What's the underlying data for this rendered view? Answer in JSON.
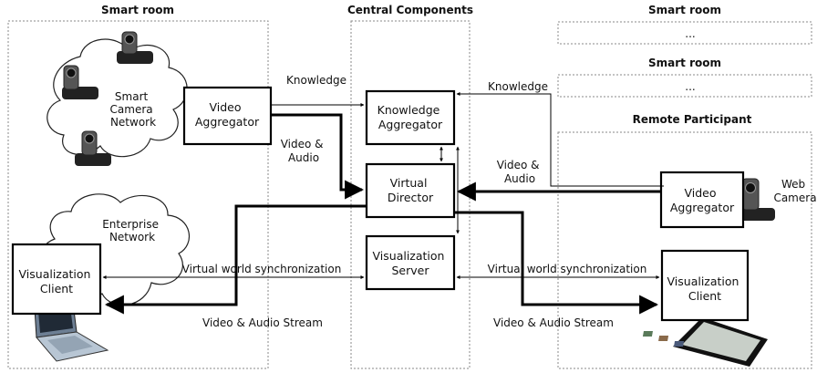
{
  "regions": {
    "smart_room_left": "Smart room",
    "central": "Central Components",
    "smart_room_top1": "Smart room",
    "ellipsis1": "...",
    "smart_room_top2": "Smart room",
    "ellipsis2": "...",
    "remote": "Remote Participant"
  },
  "clouds": {
    "smart_camera": [
      "Smart",
      "Camera",
      "Network"
    ],
    "enterprise": [
      "Enterprise",
      "Network"
    ]
  },
  "boxes": {
    "video_aggregator_left": [
      "Video",
      "Aggregator"
    ],
    "knowledge_aggregator": [
      "Knowledge",
      "Aggregator"
    ],
    "virtual_director": [
      "Virtual",
      "Director"
    ],
    "visualization_server": [
      "Visualization",
      "Server"
    ],
    "video_aggregator_right": [
      "Video",
      "Aggregator"
    ],
    "visualization_client_left": [
      "Visualization",
      "Client"
    ],
    "visualization_client_right": [
      "Visualization",
      "Client"
    ]
  },
  "labels": {
    "knowledge_left": "Knowledge",
    "knowledge_right": "Knowledge",
    "video_audio_left": [
      "Video &",
      "Audio"
    ],
    "video_audio_right": [
      "Video &",
      "Audio"
    ],
    "sync_left": "Virtual world synchronization",
    "sync_right": "Virtual world synchronization",
    "stream_left": "Video & Audio Stream",
    "stream_right": "Video & Audio Stream",
    "web_camera": [
      "Web",
      "Camera"
    ]
  }
}
